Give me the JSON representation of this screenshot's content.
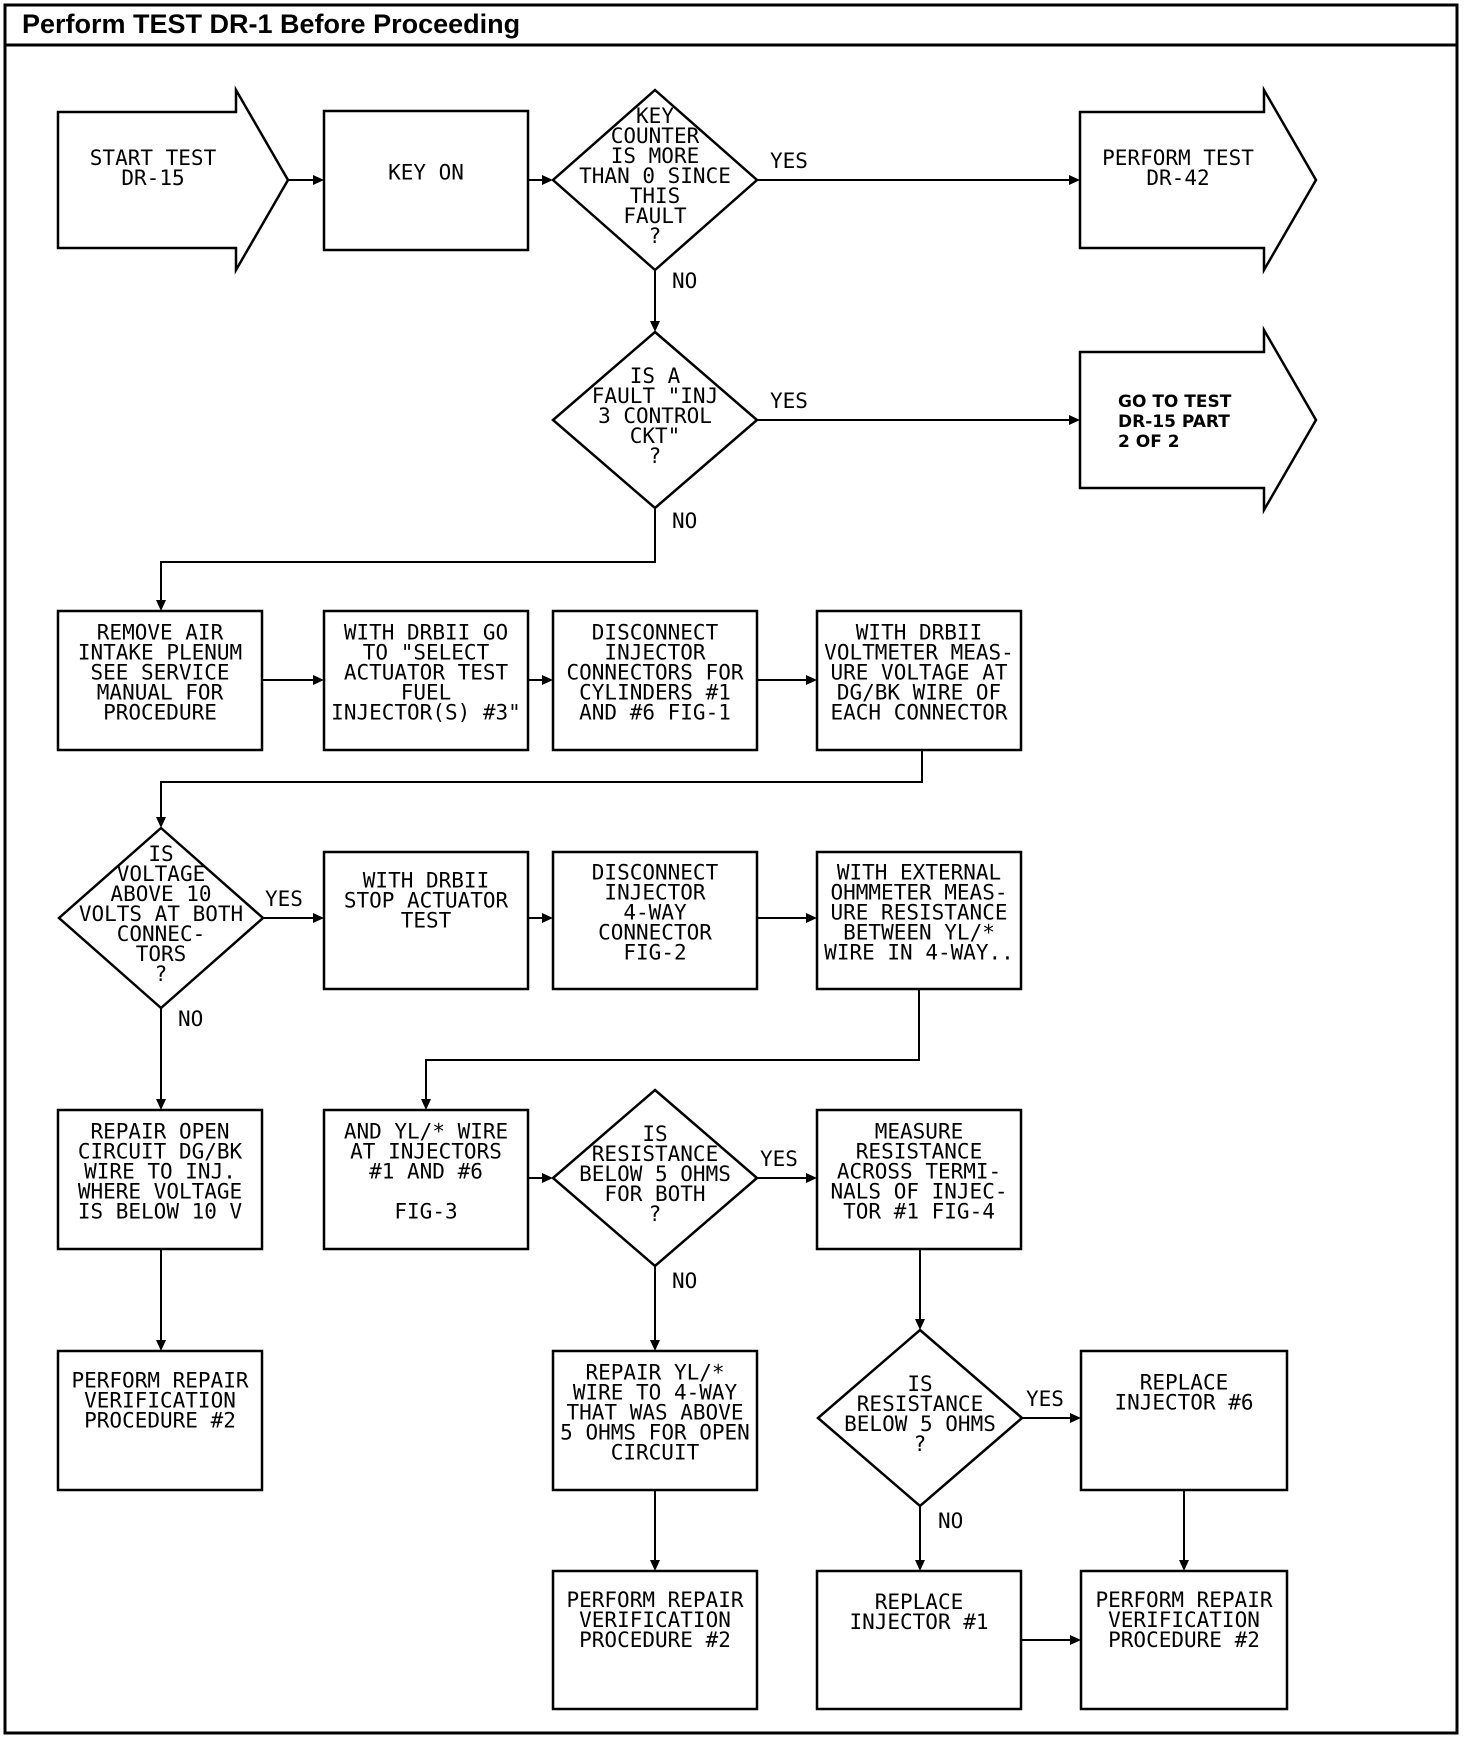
{
  "header": {
    "title": "Perform TEST DR-1 Before Proceeding"
  },
  "nodes": [
    {
      "id": "start",
      "shape": "arrow",
      "lines": [
        "START TEST",
        "DR-15"
      ]
    },
    {
      "id": "key-on",
      "shape": "box",
      "lines": [
        "KEY ON"
      ]
    },
    {
      "id": "d-key-counter",
      "shape": "diamond",
      "lines": [
        "KEY",
        "COUNTER",
        "IS MORE",
        "THAN 0 SINCE",
        "THIS",
        "FAULT",
        "?"
      ]
    },
    {
      "id": "dr42",
      "shape": "arrow",
      "lines": [
        "PERFORM TEST",
        "DR-42"
      ]
    },
    {
      "id": "d-inj-fault",
      "shape": "diamond",
      "lines": [
        "IS A",
        "FAULT \"INJ",
        "3 CONTROL",
        "CKT\"",
        "?"
      ]
    },
    {
      "id": "part2",
      "shape": "arrow",
      "font": "sans",
      "lines": [
        "GO TO TEST",
        "DR-15 PART",
        "2 OF 2"
      ]
    },
    {
      "id": "remove-plenum",
      "shape": "box",
      "lines": [
        "REMOVE AIR",
        "INTAKE PLENUM",
        "SEE SERVICE",
        "MANUAL FOR",
        "PROCEDURE"
      ]
    },
    {
      "id": "select-actuator",
      "shape": "box",
      "lines": [
        "WITH DRBII GO",
        "TO \"SELECT",
        "ACTUATOR TEST",
        "FUEL",
        "INJECTOR(S) #3\""
      ]
    },
    {
      "id": "disconnect-connectors",
      "shape": "box",
      "lines": [
        "DISCONNECT",
        "INJECTOR",
        "CONNECTORS FOR",
        "CYLINDERS #1",
        "AND #6 FIG-1"
      ]
    },
    {
      "id": "measure-voltage",
      "shape": "box",
      "lines": [
        "WITH DRBII",
        "VOLTMETER MEAS-",
        "URE VOLTAGE AT",
        "DG/BK WIRE OF",
        "EACH CONNECTOR"
      ]
    },
    {
      "id": "d-voltage",
      "shape": "diamond",
      "lines": [
        "IS",
        "VOLTAGE",
        "ABOVE 10",
        "VOLTS AT BOTH",
        "CONNEC-",
        "TORS",
        "?"
      ]
    },
    {
      "id": "stop-actuator",
      "shape": "box",
      "lines": [
        "WITH DRBII",
        "STOP ACTUATOR",
        "TEST"
      ]
    },
    {
      "id": "disconnect-4way",
      "shape": "box",
      "lines": [
        "DISCONNECT",
        "INJECTOR",
        "4-WAY",
        "CONNECTOR",
        "FIG-2"
      ]
    },
    {
      "id": "ohmmeter",
      "shape": "box",
      "lines": [
        "WITH EXTERNAL",
        "OHMMETER MEAS-",
        "URE RESISTANCE",
        "BETWEEN YL/*",
        "WIRE IN 4-WAY.."
      ]
    },
    {
      "id": "repair-open",
      "shape": "box",
      "lines": [
        "REPAIR OPEN",
        "CIRCUIT DG/BK",
        "WIRE TO INJ.",
        "WHERE VOLTAGE",
        "IS BELOW 10 V"
      ]
    },
    {
      "id": "yl-wire",
      "shape": "box",
      "lines": [
        "AND YL/* WIRE",
        "AT INJECTORS",
        "#1 AND #6",
        "",
        "FIG-3"
      ]
    },
    {
      "id": "d-resistance-both",
      "shape": "diamond",
      "lines": [
        "IS",
        "RESISTANCE",
        "BELOW 5 OHMS",
        "FOR BOTH",
        "?"
      ]
    },
    {
      "id": "measure-terminals",
      "shape": "box",
      "lines": [
        "MEASURE",
        "RESISTANCE",
        "ACROSS TERMI-",
        "NALS OF INJEC-",
        "TOR #1 FIG-4"
      ]
    },
    {
      "id": "verify-1",
      "shape": "box",
      "lines": [
        "PERFORM REPAIR",
        "VERIFICATION",
        "PROCEDURE #2"
      ]
    },
    {
      "id": "repair-yl",
      "shape": "box",
      "lines": [
        "REPAIR YL/*",
        "WIRE TO 4-WAY",
        "THAT WAS ABOVE",
        "5 OHMS FOR OPEN",
        "CIRCUIT"
      ]
    },
    {
      "id": "d-resistance-5",
      "shape": "diamond",
      "lines": [
        "IS",
        "RESISTANCE",
        "BELOW 5 OHMS",
        "?"
      ]
    },
    {
      "id": "replace-6",
      "shape": "box",
      "lines": [
        "REPLACE",
        "INJECTOR #6"
      ]
    },
    {
      "id": "verify-2",
      "shape": "box",
      "lines": [
        "PERFORM REPAIR",
        "VERIFICATION",
        "PROCEDURE #2"
      ]
    },
    {
      "id": "replace-1",
      "shape": "box",
      "lines": [
        "REPLACE",
        "INJECTOR #1"
      ]
    },
    {
      "id": "verify-3",
      "shape": "box",
      "lines": [
        "PERFORM REPAIR",
        "VERIFICATION",
        "PROCEDURE #2"
      ]
    }
  ],
  "edges": [
    {
      "from": "start",
      "to": "key-on",
      "label": ""
    },
    {
      "from": "key-on",
      "to": "d-key-counter",
      "label": ""
    },
    {
      "from": "d-key-counter",
      "to": "dr42",
      "label": "YES"
    },
    {
      "from": "d-key-counter",
      "to": "d-inj-fault",
      "label": "NO"
    },
    {
      "from": "d-inj-fault",
      "to": "part2",
      "label": "YES"
    },
    {
      "from": "d-inj-fault",
      "to": "remove-plenum",
      "label": "NO"
    },
    {
      "from": "remove-plenum",
      "to": "select-actuator",
      "label": ""
    },
    {
      "from": "select-actuator",
      "to": "disconnect-connectors",
      "label": ""
    },
    {
      "from": "disconnect-connectors",
      "to": "measure-voltage",
      "label": ""
    },
    {
      "from": "measure-voltage",
      "to": "d-voltage",
      "label": ""
    },
    {
      "from": "d-voltage",
      "to": "stop-actuator",
      "label": "YES"
    },
    {
      "from": "d-voltage",
      "to": "repair-open",
      "label": "NO"
    },
    {
      "from": "stop-actuator",
      "to": "disconnect-4way",
      "label": ""
    },
    {
      "from": "disconnect-4way",
      "to": "ohmmeter",
      "label": ""
    },
    {
      "from": "ohmmeter",
      "to": "yl-wire",
      "label": ""
    },
    {
      "from": "repair-open",
      "to": "verify-1",
      "label": ""
    },
    {
      "from": "yl-wire",
      "to": "d-resistance-both",
      "label": ""
    },
    {
      "from": "d-resistance-both",
      "to": "measure-terminals",
      "label": "YES"
    },
    {
      "from": "d-resistance-both",
      "to": "repair-yl",
      "label": "NO"
    },
    {
      "from": "measure-terminals",
      "to": "d-resistance-5",
      "label": ""
    },
    {
      "from": "repair-yl",
      "to": "verify-2",
      "label": ""
    },
    {
      "from": "d-resistance-5",
      "to": "replace-6",
      "label": "YES"
    },
    {
      "from": "d-resistance-5",
      "to": "replace-1",
      "label": "NO"
    },
    {
      "from": "replace-6",
      "to": "verify-3",
      "label": ""
    },
    {
      "from": "replace-1",
      "to": "verify-3",
      "label": ""
    }
  ]
}
